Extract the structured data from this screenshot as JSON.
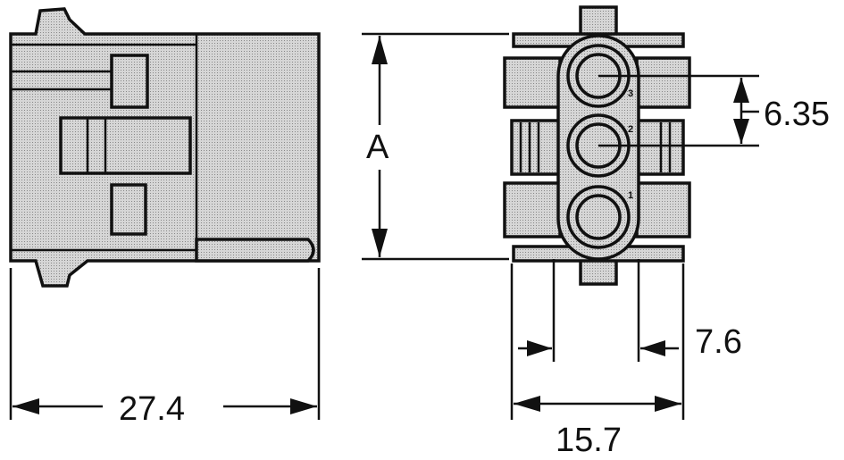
{
  "dimensions": {
    "height_label": "A",
    "pin_pitch": "6.35",
    "inner_width": "7.6",
    "outer_width": "15.7",
    "length": "27.4"
  },
  "pins": [
    "1",
    "2",
    "3"
  ],
  "colors": {
    "body_fill": "#c9c9c9",
    "line": "#111111"
  }
}
